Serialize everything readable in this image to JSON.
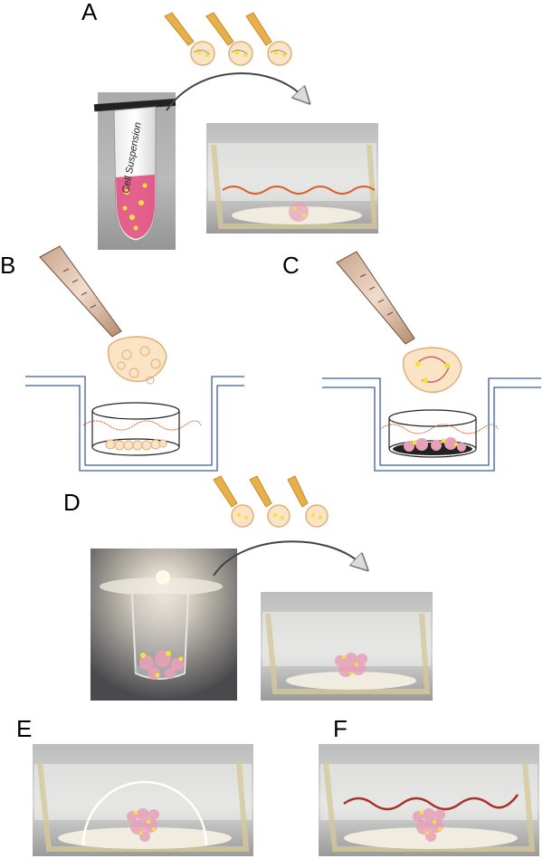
{
  "panels": {
    "a": {
      "label": "A",
      "tube_text": "Cell Suspension"
    },
    "b": {
      "label": "B"
    },
    "c": {
      "label": "C"
    },
    "d": {
      "label": "D"
    },
    "e": {
      "label": "E"
    },
    "f": {
      "label": "F"
    }
  },
  "colors": {
    "pipette_tip": "#e8b04a",
    "droplet_fill": "#fbe3c6",
    "droplet_stroke": "#e0b07a",
    "insert_blue": "#3b5ca8",
    "hydrogel_wave": "#d9602a",
    "hydrogel_wave_f": "#a8322a",
    "spheroid_pink": "#e8a0b8",
    "cell_yellow": "#f2e23a",
    "tube_pink": "#e0457a",
    "photo_bg": "#cfcfcf"
  },
  "icons": [
    "pipette-tip-icon",
    "cell-droplet-icon",
    "curved-arrow-icon",
    "neuron-cell-icon",
    "spheroid-icon"
  ]
}
